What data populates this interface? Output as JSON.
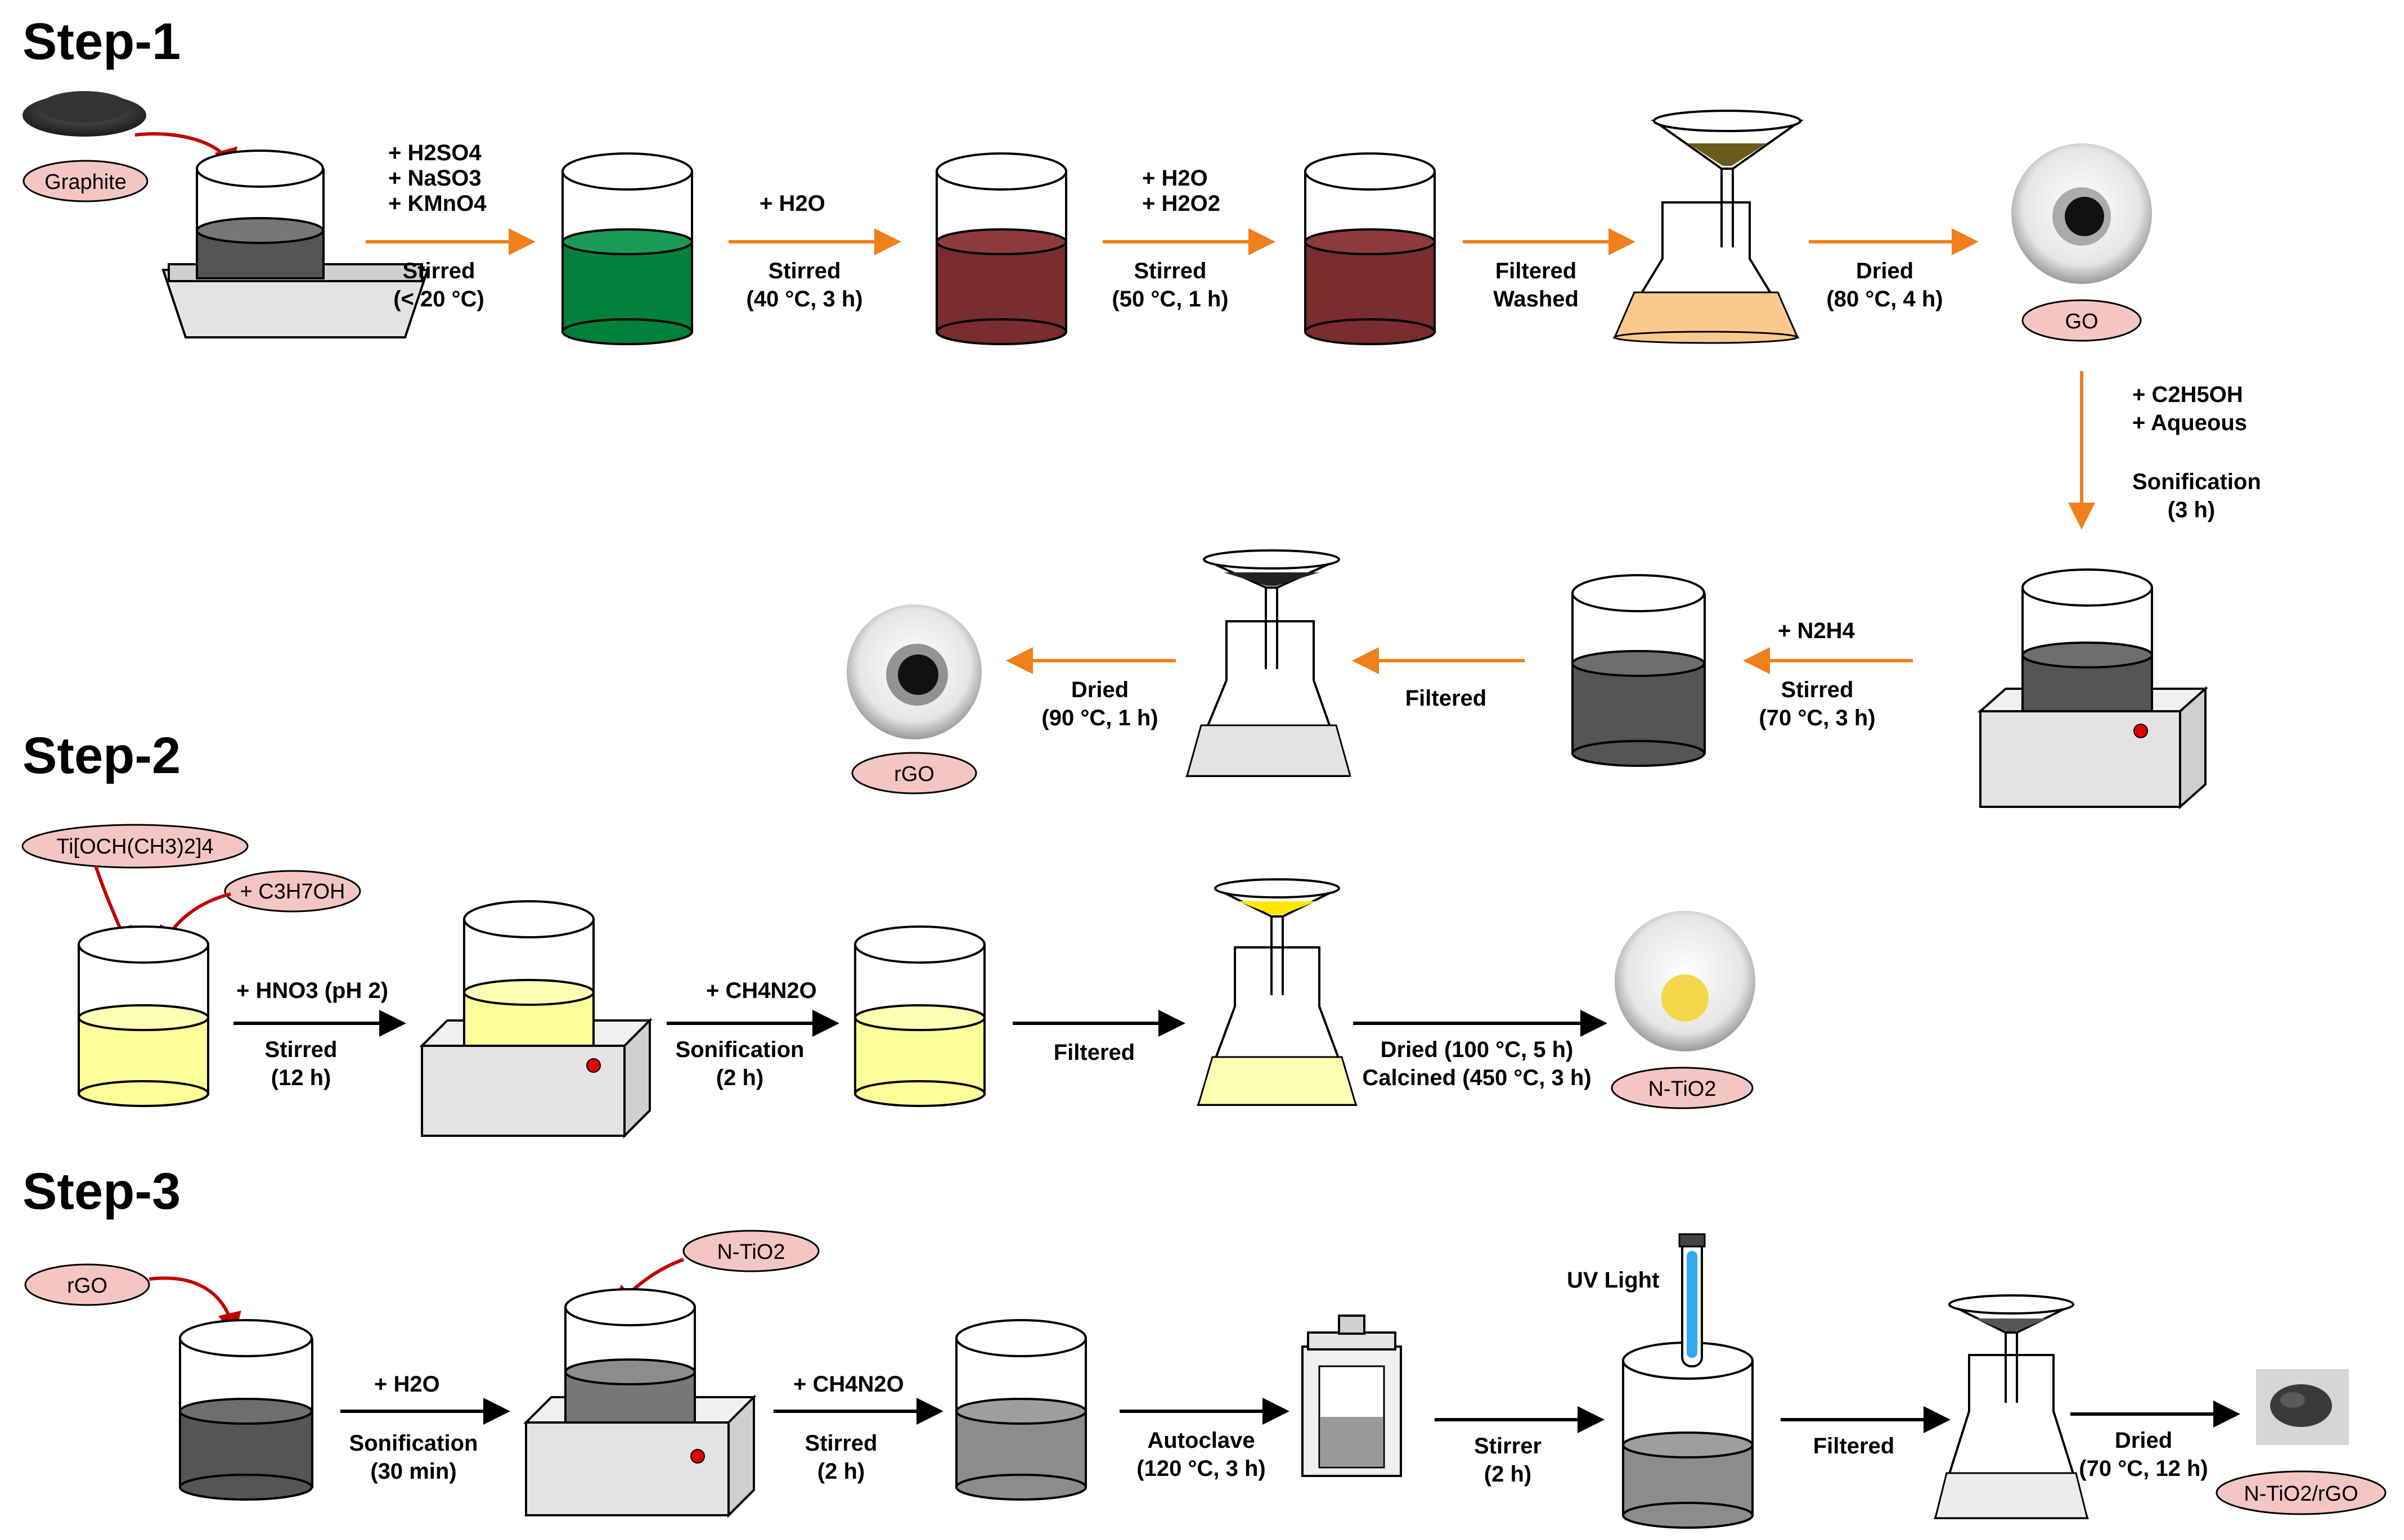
{
  "steps": [
    "Step-1",
    "Step-2",
    "Step-3"
  ],
  "materials": {
    "graphite": "Graphite",
    "go": "GO",
    "rgo": "rGO",
    "ti_precursor": "Ti[OCH(CH3)2]4",
    "propanol": "+ C3H7OH",
    "ntio2": "N-TiO2",
    "rgo_in": "rGO",
    "ntio2_in": "N-TiO2",
    "final": "N-TiO2/rGO"
  },
  "step1": {
    "a1": [
      "+ H2SO4",
      "+ NaSO3",
      "+ KMnO4",
      "Stirred",
      "(< 20 °C)"
    ],
    "a2": [
      "+ H2O",
      "Stirred",
      "(40 °C, 3 h)"
    ],
    "a3": [
      "+ H2O",
      "+ H2O2",
      "Stirred",
      "(50 °C, 1 h)"
    ],
    "a4": [
      "Filtered",
      "Washed"
    ],
    "a5": [
      "Dried",
      "(80 °C, 4 h)"
    ],
    "a6": [
      "+ C2H5OH",
      "+ Aqueous",
      "Sonification",
      "(3 h)"
    ],
    "a7": [
      "+ N2H4",
      "Stirred",
      "(70 °C, 3 h)"
    ],
    "a8": [
      "Filtered"
    ],
    "a9": [
      "Dried",
      "(90 °C, 1 h)"
    ]
  },
  "step2": {
    "a1": [
      "+ HNO3 (pH 2)",
      "Stirred",
      "(12 h)"
    ],
    "a2": [
      "+ CH4N2O",
      "Sonification",
      "(2 h)"
    ],
    "a3": [
      "Filtered"
    ],
    "a4": [
      "Dried (100 °C, 5 h)",
      "Calcined (450 °C, 3 h)"
    ]
  },
  "step3": {
    "a1": [
      "+ H2O",
      "Sonification",
      "(30 min)"
    ],
    "a2": [
      "+ CH4N2O",
      "Stirred",
      "(2 h)"
    ],
    "a3": [
      "Autoclave",
      "(120 °C, 3 h)"
    ],
    "a4": [
      "Stirrer",
      "(2 h)"
    ],
    "uv": "UV Light",
    "a5": [
      "Filtered"
    ],
    "a6": [
      "Dried",
      "(70 °C, 12 h)"
    ]
  },
  "colors": {
    "arrow_orange": "#f07f1c",
    "arrow_black": "#000000",
    "curve_red": "#c00000",
    "pill_fill": "#f4c6c2",
    "green": "#00803b",
    "brown": "#7a2c2e",
    "peach": "#fcc98c",
    "yellow": "#ffff99",
    "dark_gray": "#555555",
    "mid_gray": "#8c8c8c",
    "light_gray": "#e3e3e3",
    "uv_blue": "#33aaf0"
  }
}
